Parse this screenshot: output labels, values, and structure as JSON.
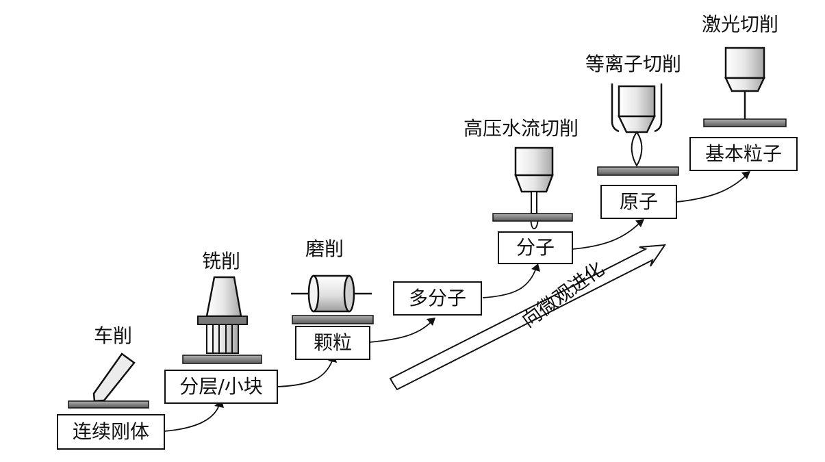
{
  "processes": {
    "turning": "车削",
    "milling": "铣削",
    "grinding": "磨削",
    "waterjet": "高压水流切削",
    "plasma": "等离子切削",
    "laser": "激光切削"
  },
  "levels": {
    "continuous": "连续刚体",
    "layered": "分层/小块",
    "particle": "颗粒",
    "multimolecule": "多分子",
    "molecule": "分子",
    "atom": "原子",
    "elementary": "基本粒子"
  },
  "trend_label": "向微观进化",
  "colors": {
    "stroke": "#111111",
    "tool_fill": "#e6e6e6",
    "plate": "#7a7a7a"
  }
}
